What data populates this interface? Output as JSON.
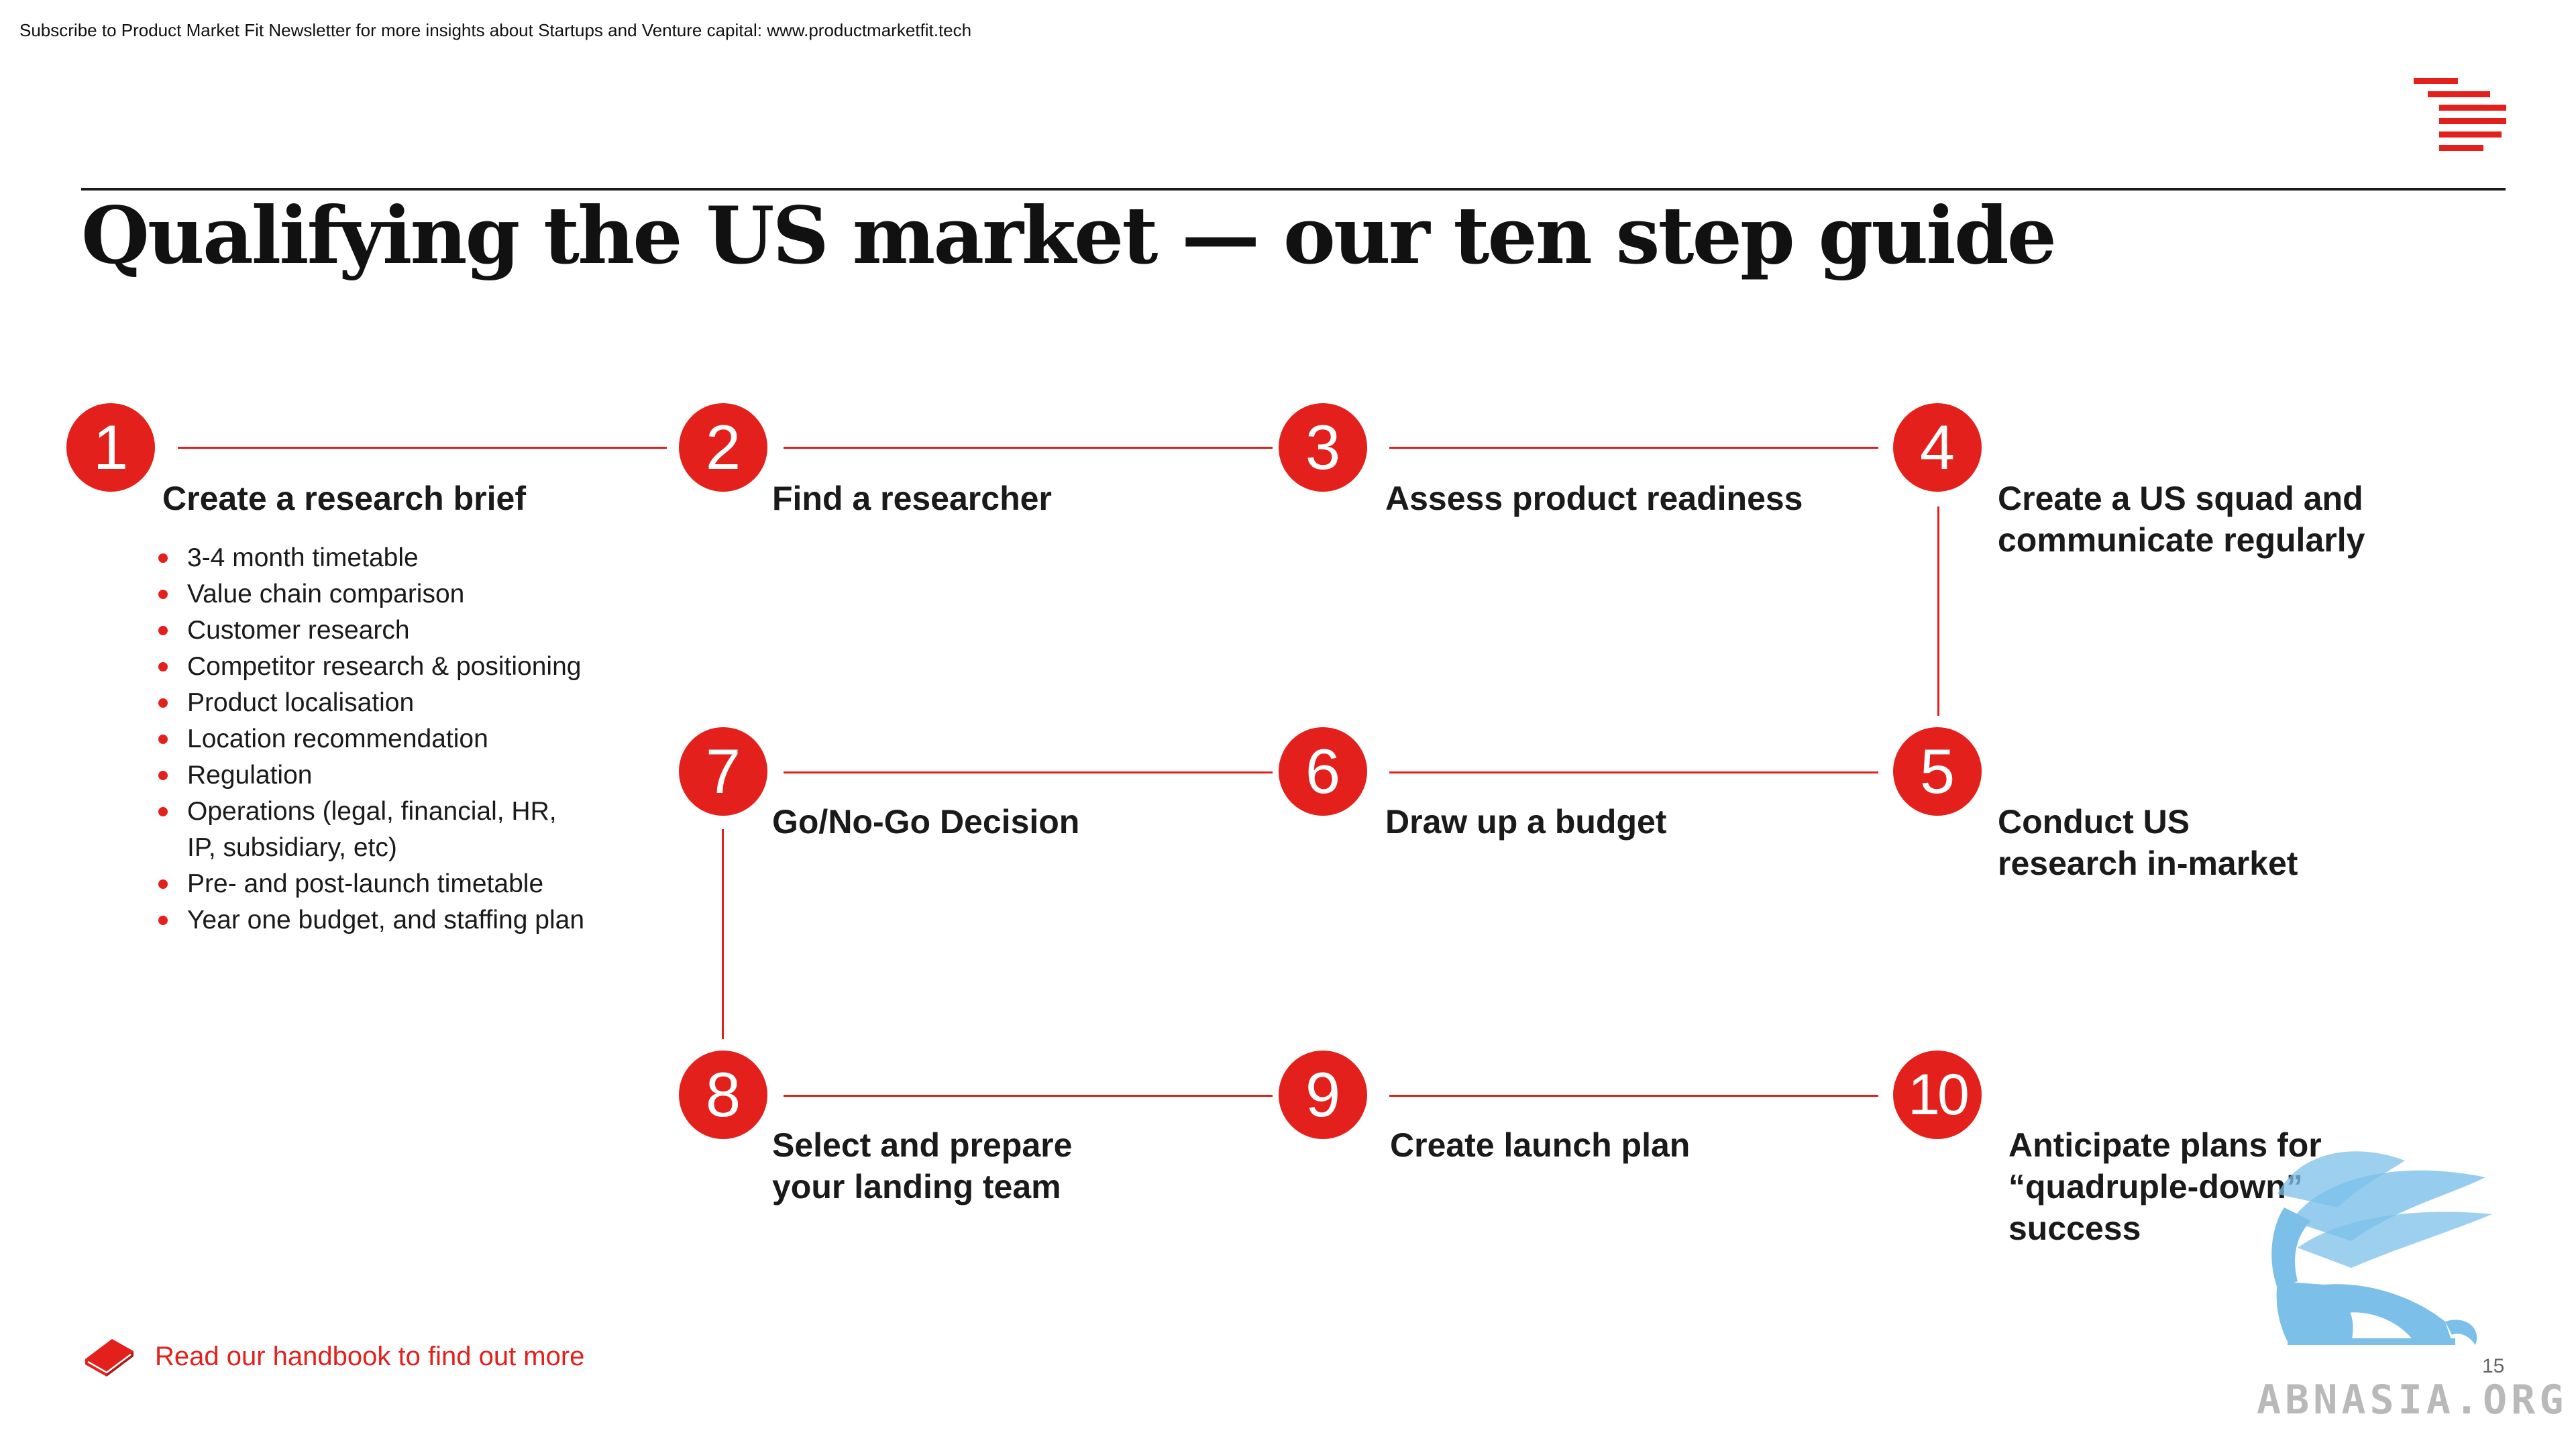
{
  "header": {
    "subscribe_text": "Subscribe to Product Market Fit Newsletter for more insights about Startups and Venture capital:  www.productmarketfit.tech",
    "title": "Qualifying the US market — our ten step guide"
  },
  "steps": [
    {
      "number": "1",
      "label": "Create a research brief"
    },
    {
      "number": "2",
      "label": "Find a researcher"
    },
    {
      "number": "3",
      "label": "Assess product readiness"
    },
    {
      "number": "4",
      "label": "Create a US squad and\ncommunicate regularly"
    },
    {
      "number": "5",
      "label": "Conduct US\nresearch in-market"
    },
    {
      "number": "6",
      "label": "Draw up a budget"
    },
    {
      "number": "7",
      "label": "Go/No-Go Decision"
    },
    {
      "number": "8",
      "label": "Select and prepare\nyour landing team"
    },
    {
      "number": "9",
      "label": "Create launch plan"
    },
    {
      "number": "10",
      "label": "Anticipate plans for\n“quadruple-down”\nsuccess"
    }
  ],
  "research_brief_items": [
    "3-4 month timetable",
    "Value chain comparison",
    "Customer research",
    "Competitor research & positioning",
    "Product localisation",
    "Location recommendation",
    "Regulation",
    "Operations (legal, financial, HR,\nIP, subsidiary, etc)",
    "Pre- and post-launch timetable",
    "Year one budget, and staffing plan"
  ],
  "footer": {
    "link_text": "Read our handbook to find out more",
    "page_number": "15",
    "watermark_text": "ABNASIA.ORG"
  },
  "colors": {
    "accent": "#e3201b",
    "text": "#1a1a1a",
    "watermark_blue": "#7cc0ea",
    "watermark_gray": "#b9b9b9"
  },
  "icons": {
    "logo": "stacked-red-lines-logo",
    "footer": "book-icon",
    "watermark": "griffin-icon"
  }
}
